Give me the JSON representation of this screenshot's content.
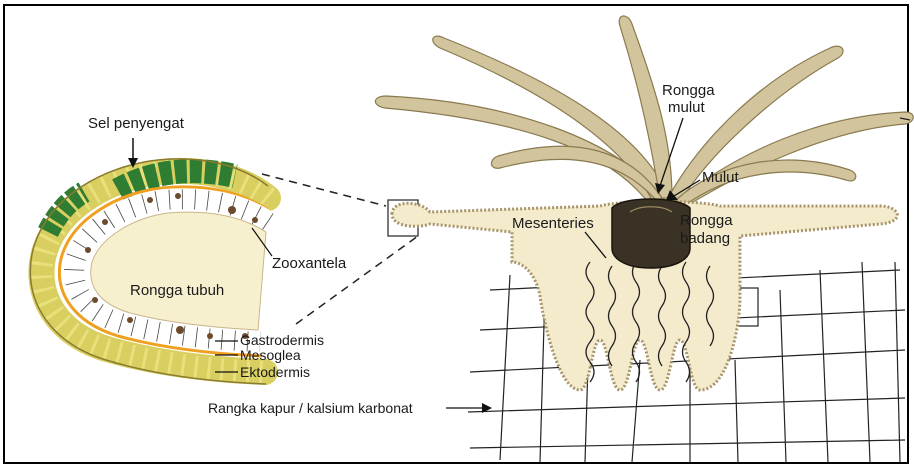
{
  "labels": {
    "sel_penyengat": "Sel penyengat",
    "zooxantela": "Zooxantela",
    "rongga_tubuh": "Rongga tubuh",
    "gastrodermis": "Gastrodermis",
    "mesoglea": "Mesoglea",
    "ektodermis": "Ektodermis",
    "rangka": "Rangka kapur / kalsium karbonat",
    "rongga_mulut_1": "Rongga",
    "rongga_mulut_2": "mulut",
    "mulut": "Mulut",
    "mesenteries": "Mesenteries",
    "rongga_badang_1": "Rongga",
    "rongga_badang_2": "badang"
  },
  "colors": {
    "frame": "#000000",
    "tentacle_fill": "#d2c49c",
    "tentacle_dark": "#b8a67a",
    "body_fill": "#f3ebcc",
    "body_wall": "#c9b68a",
    "mouth": "#2a2218",
    "nettle_cell": "#2e7d32",
    "ecto_cell": "#e8e07a",
    "mesoglea": "#f0a020",
    "skeleton_line": "#222222",
    "zooxanthella": "#6b4a2e"
  }
}
